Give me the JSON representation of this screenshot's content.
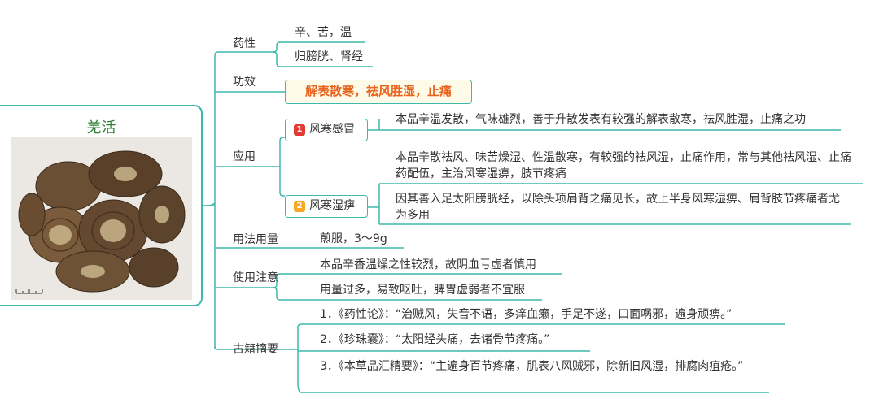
{
  "root": {
    "title": "羌活"
  },
  "colors": {
    "line": "#3fb8ac",
    "highlight": "#e8631c",
    "badge1": "#e53935",
    "badge2": "#f9a825"
  },
  "branches": {
    "yaoxing": {
      "label": "药性",
      "items": [
        "辛、苦，温",
        "归膀胱、肾经"
      ]
    },
    "gongxiao": {
      "label": "功效",
      "value": "解表散寒，祛风胜湿，止痛"
    },
    "yingyong": {
      "label": "应用",
      "sub": [
        {
          "num": "1",
          "label": "风寒感冒",
          "details": [
            "本品辛温发散，气味雄烈，善于升散发表有较强的解表散寒，祛风胜湿，止痛之功"
          ]
        },
        {
          "num": "2",
          "label": "风寒湿痹",
          "details": [
            "本品辛散祛风、味苦燥湿、性温散寒，有较强的祛风湿，止痛作用，常与其他祛风湿、止痛药配伍，主治风寒湿痹，肢节疼痛",
            "因其善入足太阳膀胱经，以除头项肩背之痛见长，故上半身风寒湿痹、肩背肢节疼痛者尤为多用"
          ]
        }
      ]
    },
    "yongfa": {
      "label": "用法用量",
      "value": "煎服，3～9g"
    },
    "zhuyi": {
      "label": "使用注意",
      "items": [
        "本品辛香温燥之性较烈，故阴血亏虚者慎用",
        "用量过多，易致呕吐，脾胃虚弱者不宜服"
      ]
    },
    "guji": {
      "label": "古籍摘要",
      "items": [
        "1．《药性论》：“治贼风，失音不语，多痒血癞，手足不遂，口面㖞邪，遍身顽痹。”",
        "2．《珍珠囊》：“太阳经头痛，去诸骨节疼痛。”",
        "3．《本草品汇精要》：“主遍身百节疼痛，肌表八风贼邪，除新旧风湿，排腐肉疽疮。”"
      ]
    }
  }
}
